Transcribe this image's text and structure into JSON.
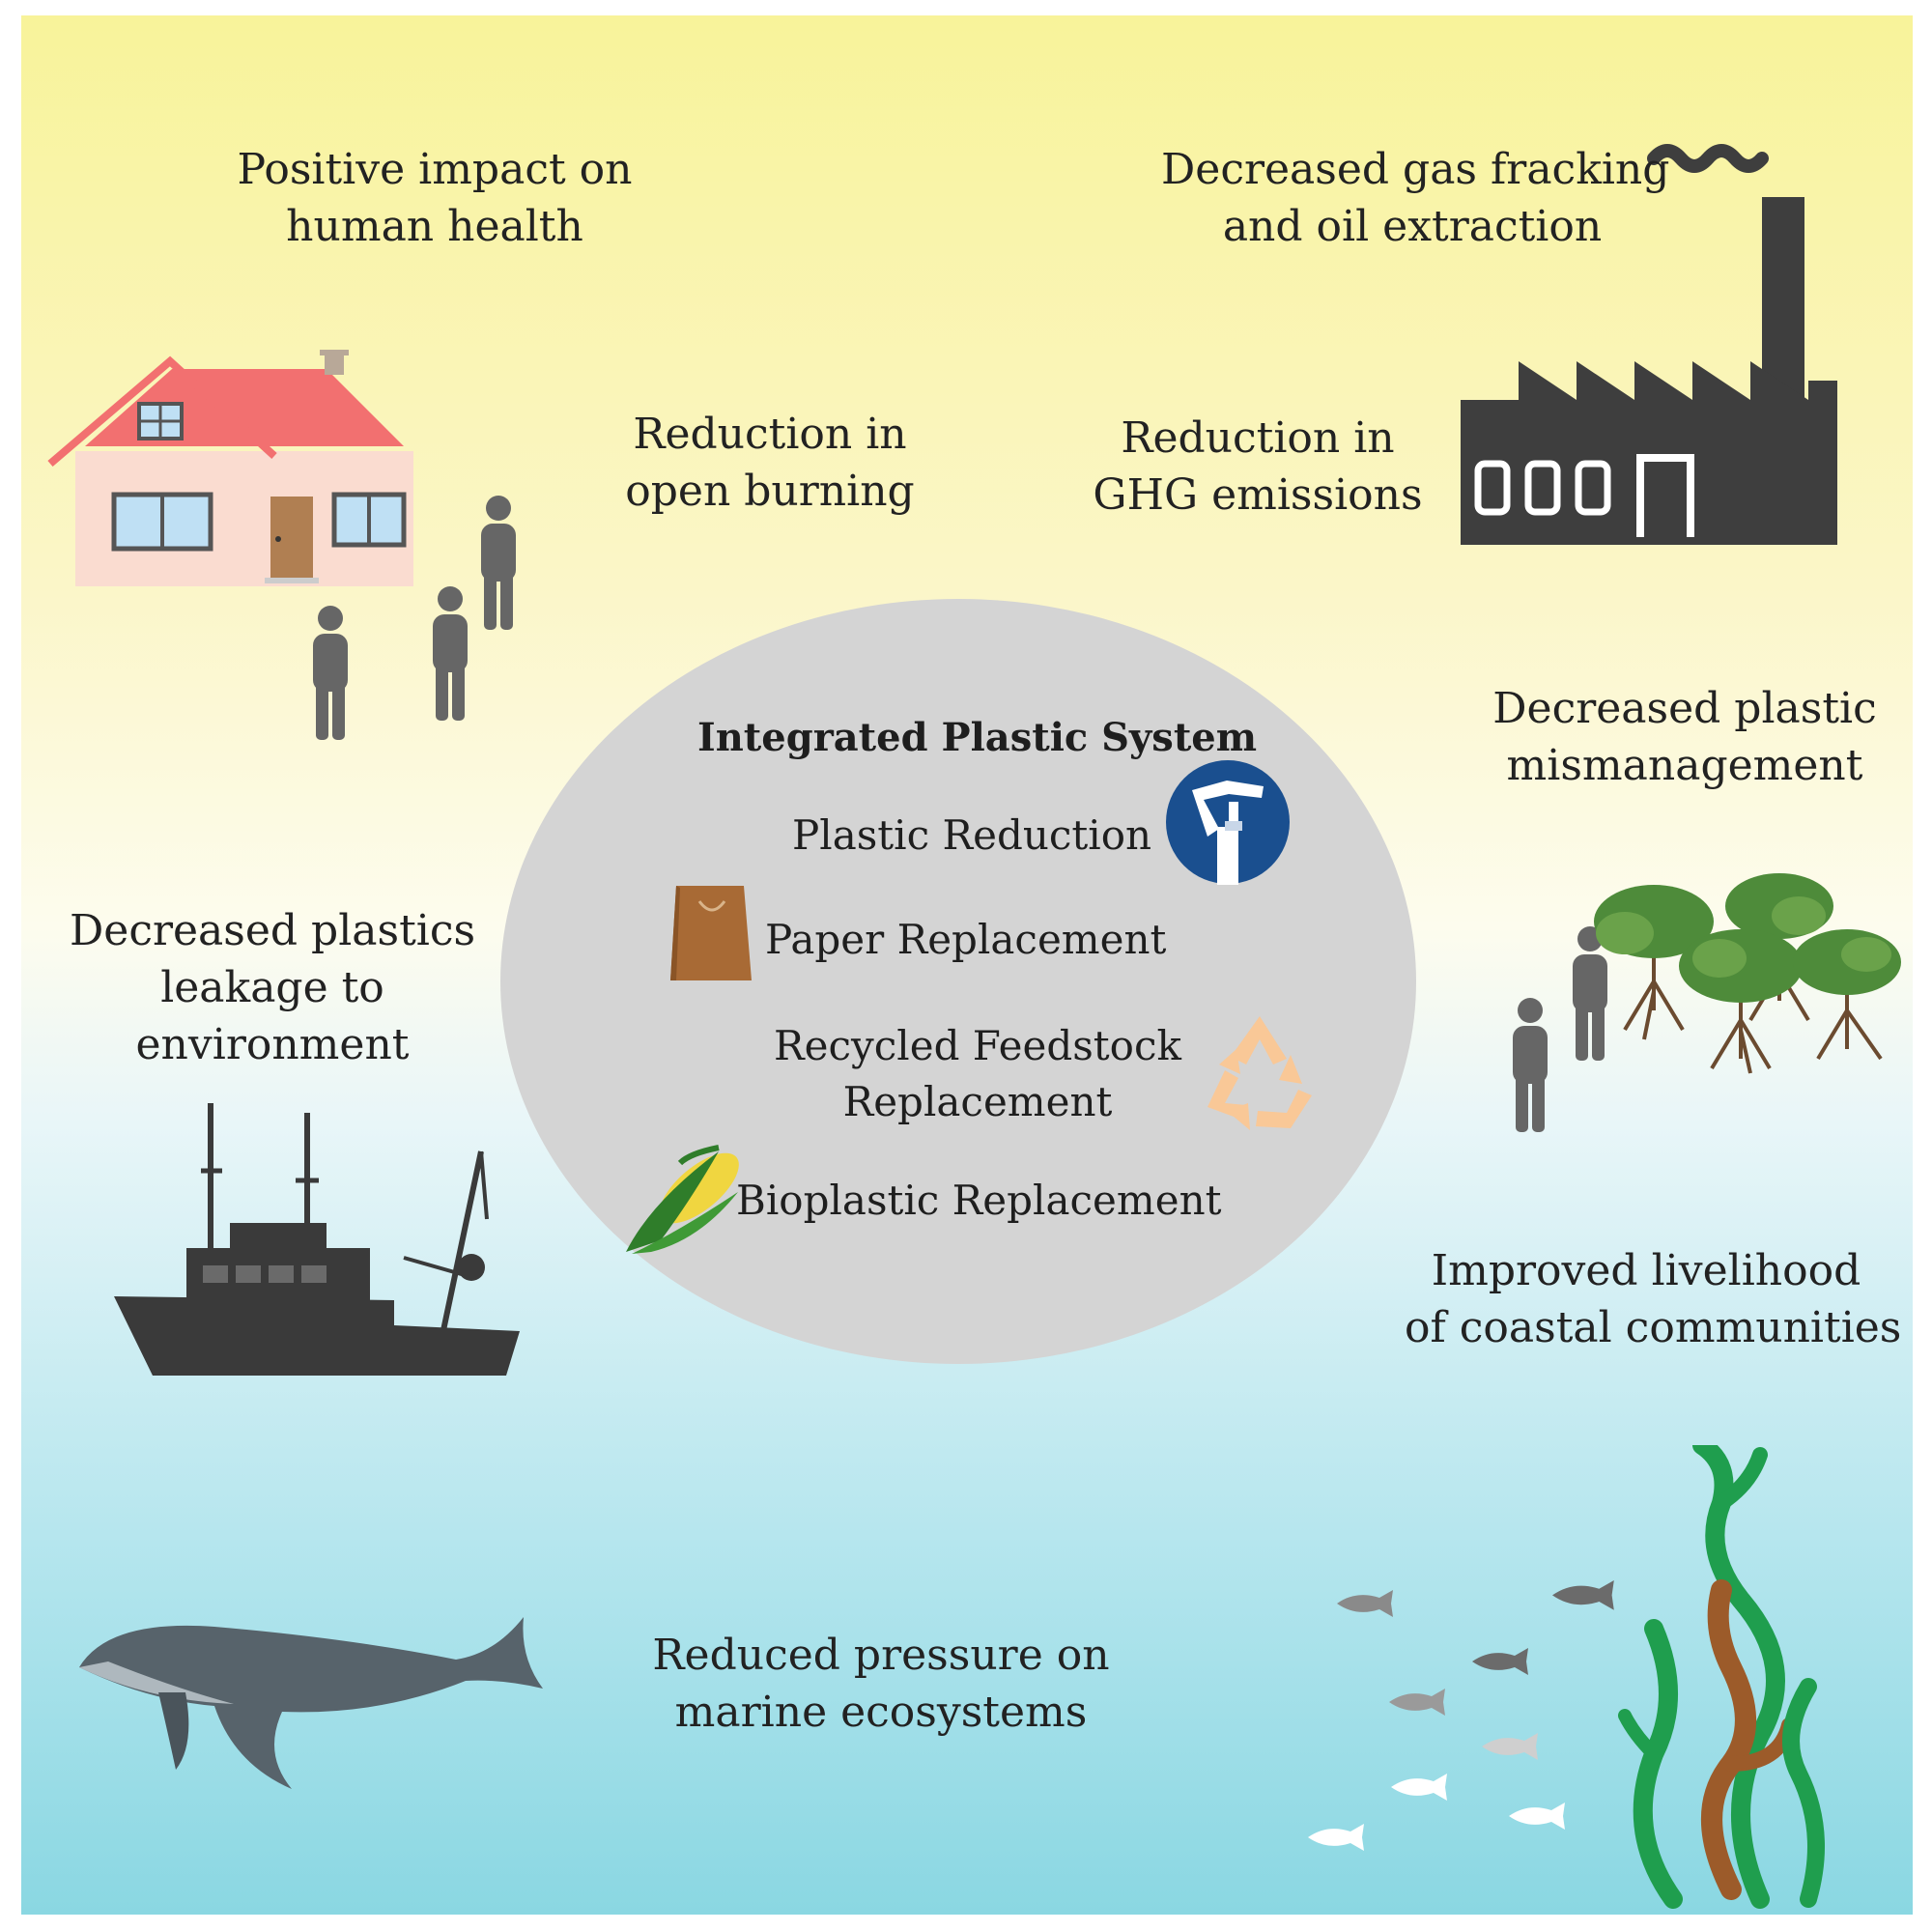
{
  "outer_labels": {
    "human_health": [
      "Positive impact on",
      "human health"
    ],
    "fracking": [
      "Decreased gas fracking",
      "and oil extraction"
    ],
    "open_burning": [
      "Reduction in",
      "open burning"
    ],
    "ghg": [
      "Reduction in",
      "GHG emissions"
    ],
    "mismanagement": [
      "Decreased plastic",
      "mismanagement"
    ],
    "leakage": [
      "Decreased plastics",
      "leakage to",
      "environment"
    ],
    "livelihood": [
      "Improved livelihood",
      "of coastal communities"
    ],
    "marine": [
      "Reduced pressure on",
      "marine ecosystems"
    ]
  },
  "center": {
    "title": "Integrated Plastic System",
    "plastic_reduction": "Plastic Reduction",
    "paper_replacement": "Paper Replacement",
    "recycled": [
      "Recycled Feedstock",
      "Replacement"
    ],
    "bioplastic": "Bioplastic Replacement"
  },
  "colors": {
    "sky_top": "#f8f39a",
    "sky_mid": "#fbf8dc",
    "sea_top": "#e3f4f7",
    "sea_bottom": "#8ad7e2",
    "center_ellipse": "#d4d4d4",
    "factory": "#3e3e3e",
    "person": "#666666",
    "roof": "#f27070",
    "wall": "#fadcd0",
    "window": "#bfe0f4",
    "door": "#b07f52",
    "reduction_icon": "#1a4f8f",
    "paper_bag": "#a86a35",
    "recycle_icon": "#f9c897",
    "corn": "#2f7d2a",
    "mangrove": "#4e8b3a",
    "whale": "#57636b",
    "kelp_green": "#1f9e4e",
    "kelp_brown": "#9c5b2a"
  },
  "icons": [
    "house-icon",
    "people-icon",
    "factory-icon",
    "mangrove-icon",
    "fishing-boat-icon",
    "whale-icon",
    "fish-school-icon",
    "kelp-icon",
    "tap-icon",
    "paper-bag-icon",
    "recycle-icon",
    "corn-icon"
  ]
}
